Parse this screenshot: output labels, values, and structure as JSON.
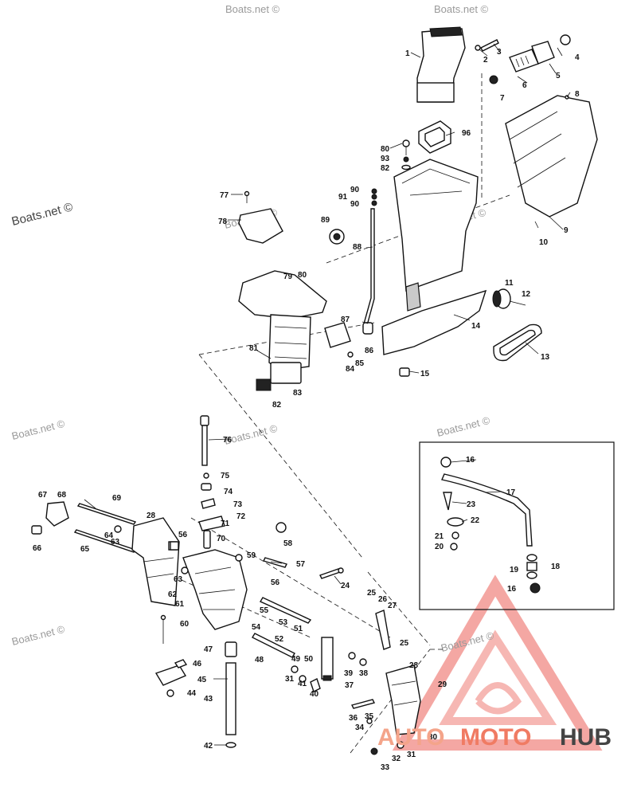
{
  "watermarks": {
    "text_1": "Boats.net ©",
    "text_2": "Boats.net ©",
    "text_3": "Boats.net ©",
    "text_4": "Boats.net ©",
    "text_5": "Boats.net ©",
    "text_6": "Boats.net ©",
    "text_7": "Boats.net ©",
    "text_8": "Boats.net ©",
    "text_9": "Boats.net ©",
    "text_10": "Boats.net ©"
  },
  "brand": {
    "part1": "AUTO",
    "part2": "MOTO",
    "part3": "HUB"
  },
  "callouts": {
    "c1": "1",
    "c2": "2",
    "c3": "3",
    "c4": "4",
    "c5": "5",
    "c6": "6",
    "c7": "7",
    "c8": "8",
    "c9": "9",
    "c10": "10",
    "c11": "11",
    "c12": "12",
    "c13": "13",
    "c14": "14",
    "c15": "15",
    "c16a": "16",
    "c17": "17",
    "c18": "18",
    "c16b": "16",
    "c19": "19",
    "c20": "20",
    "c21": "21",
    "c22": "22",
    "c23": "23",
    "c24": "24",
    "c25a": "25",
    "c26": "26",
    "c27": "27",
    "c25b": "25",
    "c28a": "28",
    "c28b": "28",
    "c29": "29",
    "c30": "30",
    "c31a": "31",
    "c31b": "31",
    "c32": "32",
    "c33": "33",
    "c34": "34",
    "c35": "35",
    "c36": "36",
    "c37": "37",
    "c38": "38",
    "c39": "39",
    "c40": "40",
    "c41": "41",
    "c42": "42",
    "c43": "43",
    "c44": "44",
    "c45": "45",
    "c46": "46",
    "c47": "47",
    "c48": "48",
    "c49": "49",
    "c50": "50",
    "c51": "51",
    "c52": "52",
    "c53": "53",
    "c54": "54",
    "c55": "55",
    "c56a": "56",
    "c56b": "56",
    "c57": "57",
    "c58": "58",
    "c59": "59",
    "c60": "60",
    "c61": "61",
    "c62": "62",
    "c63a": "63",
    "c63b": "63",
    "c64": "64",
    "c65": "65",
    "c66": "66",
    "c67": "67",
    "c68": "68",
    "c69": "69",
    "c70": "70",
    "c71": "71",
    "c72": "72",
    "c73": "73",
    "c74": "74",
    "c75": "75",
    "c76": "76",
    "c77": "77",
    "c78": "78",
    "c79": "79",
    "c80a": "80",
    "c80b": "80",
    "c81": "81",
    "c82a": "82",
    "c82b": "82",
    "c83": "83",
    "c84": "84",
    "c85": "85",
    "c86": "86",
    "c87": "87",
    "c88": "88",
    "c89": "89",
    "c90a": "90",
    "c90b": "90",
    "c91": "91",
    "c93": "93",
    "c96": "96"
  },
  "colors": {
    "line": "#111111",
    "watermark_gray": "#9a9a9a",
    "logo_red": "#e8443a",
    "logo_pink": "#f4a48a",
    "logo_dark": "#444444"
  }
}
